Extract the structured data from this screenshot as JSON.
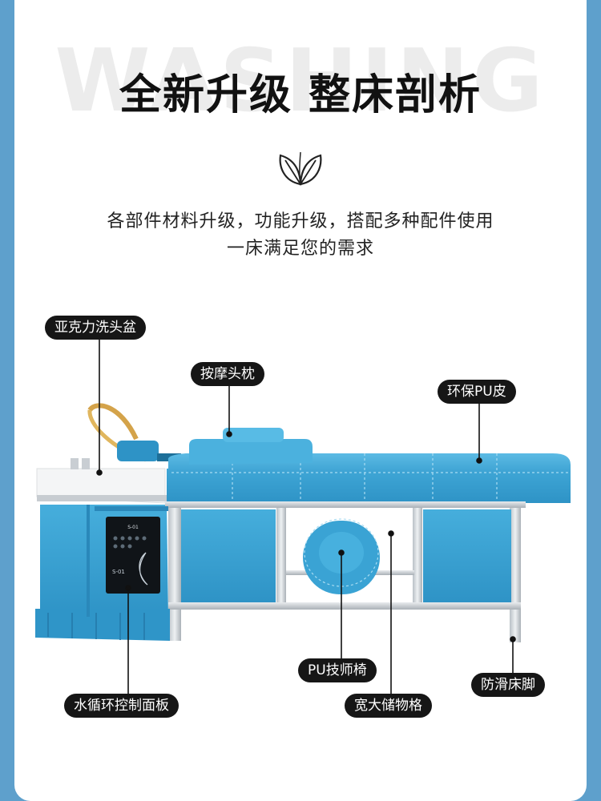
{
  "header": {
    "background_word": "WASHING",
    "title": "全新升级 整床剖析",
    "leaf_icon": "leaf-icon",
    "subtitle_line1": "各部件材料升级，功能升级，搭配多种配件使用",
    "subtitle_line2": "一床满足您的需求"
  },
  "panel_text": {
    "model": "S-01"
  },
  "labels": {
    "basin": "亚克力洗头盆",
    "pillow": "按摩头枕",
    "leather": "环保PU皮",
    "stool": "PU技师椅",
    "feet": "防滑床脚",
    "control_panel": "水循环控制面板",
    "storage": "宽大储物格"
  },
  "colors": {
    "background": "#5ea0cc",
    "bed_blue": "#3a9fd0",
    "label_bg": "#161616"
  }
}
